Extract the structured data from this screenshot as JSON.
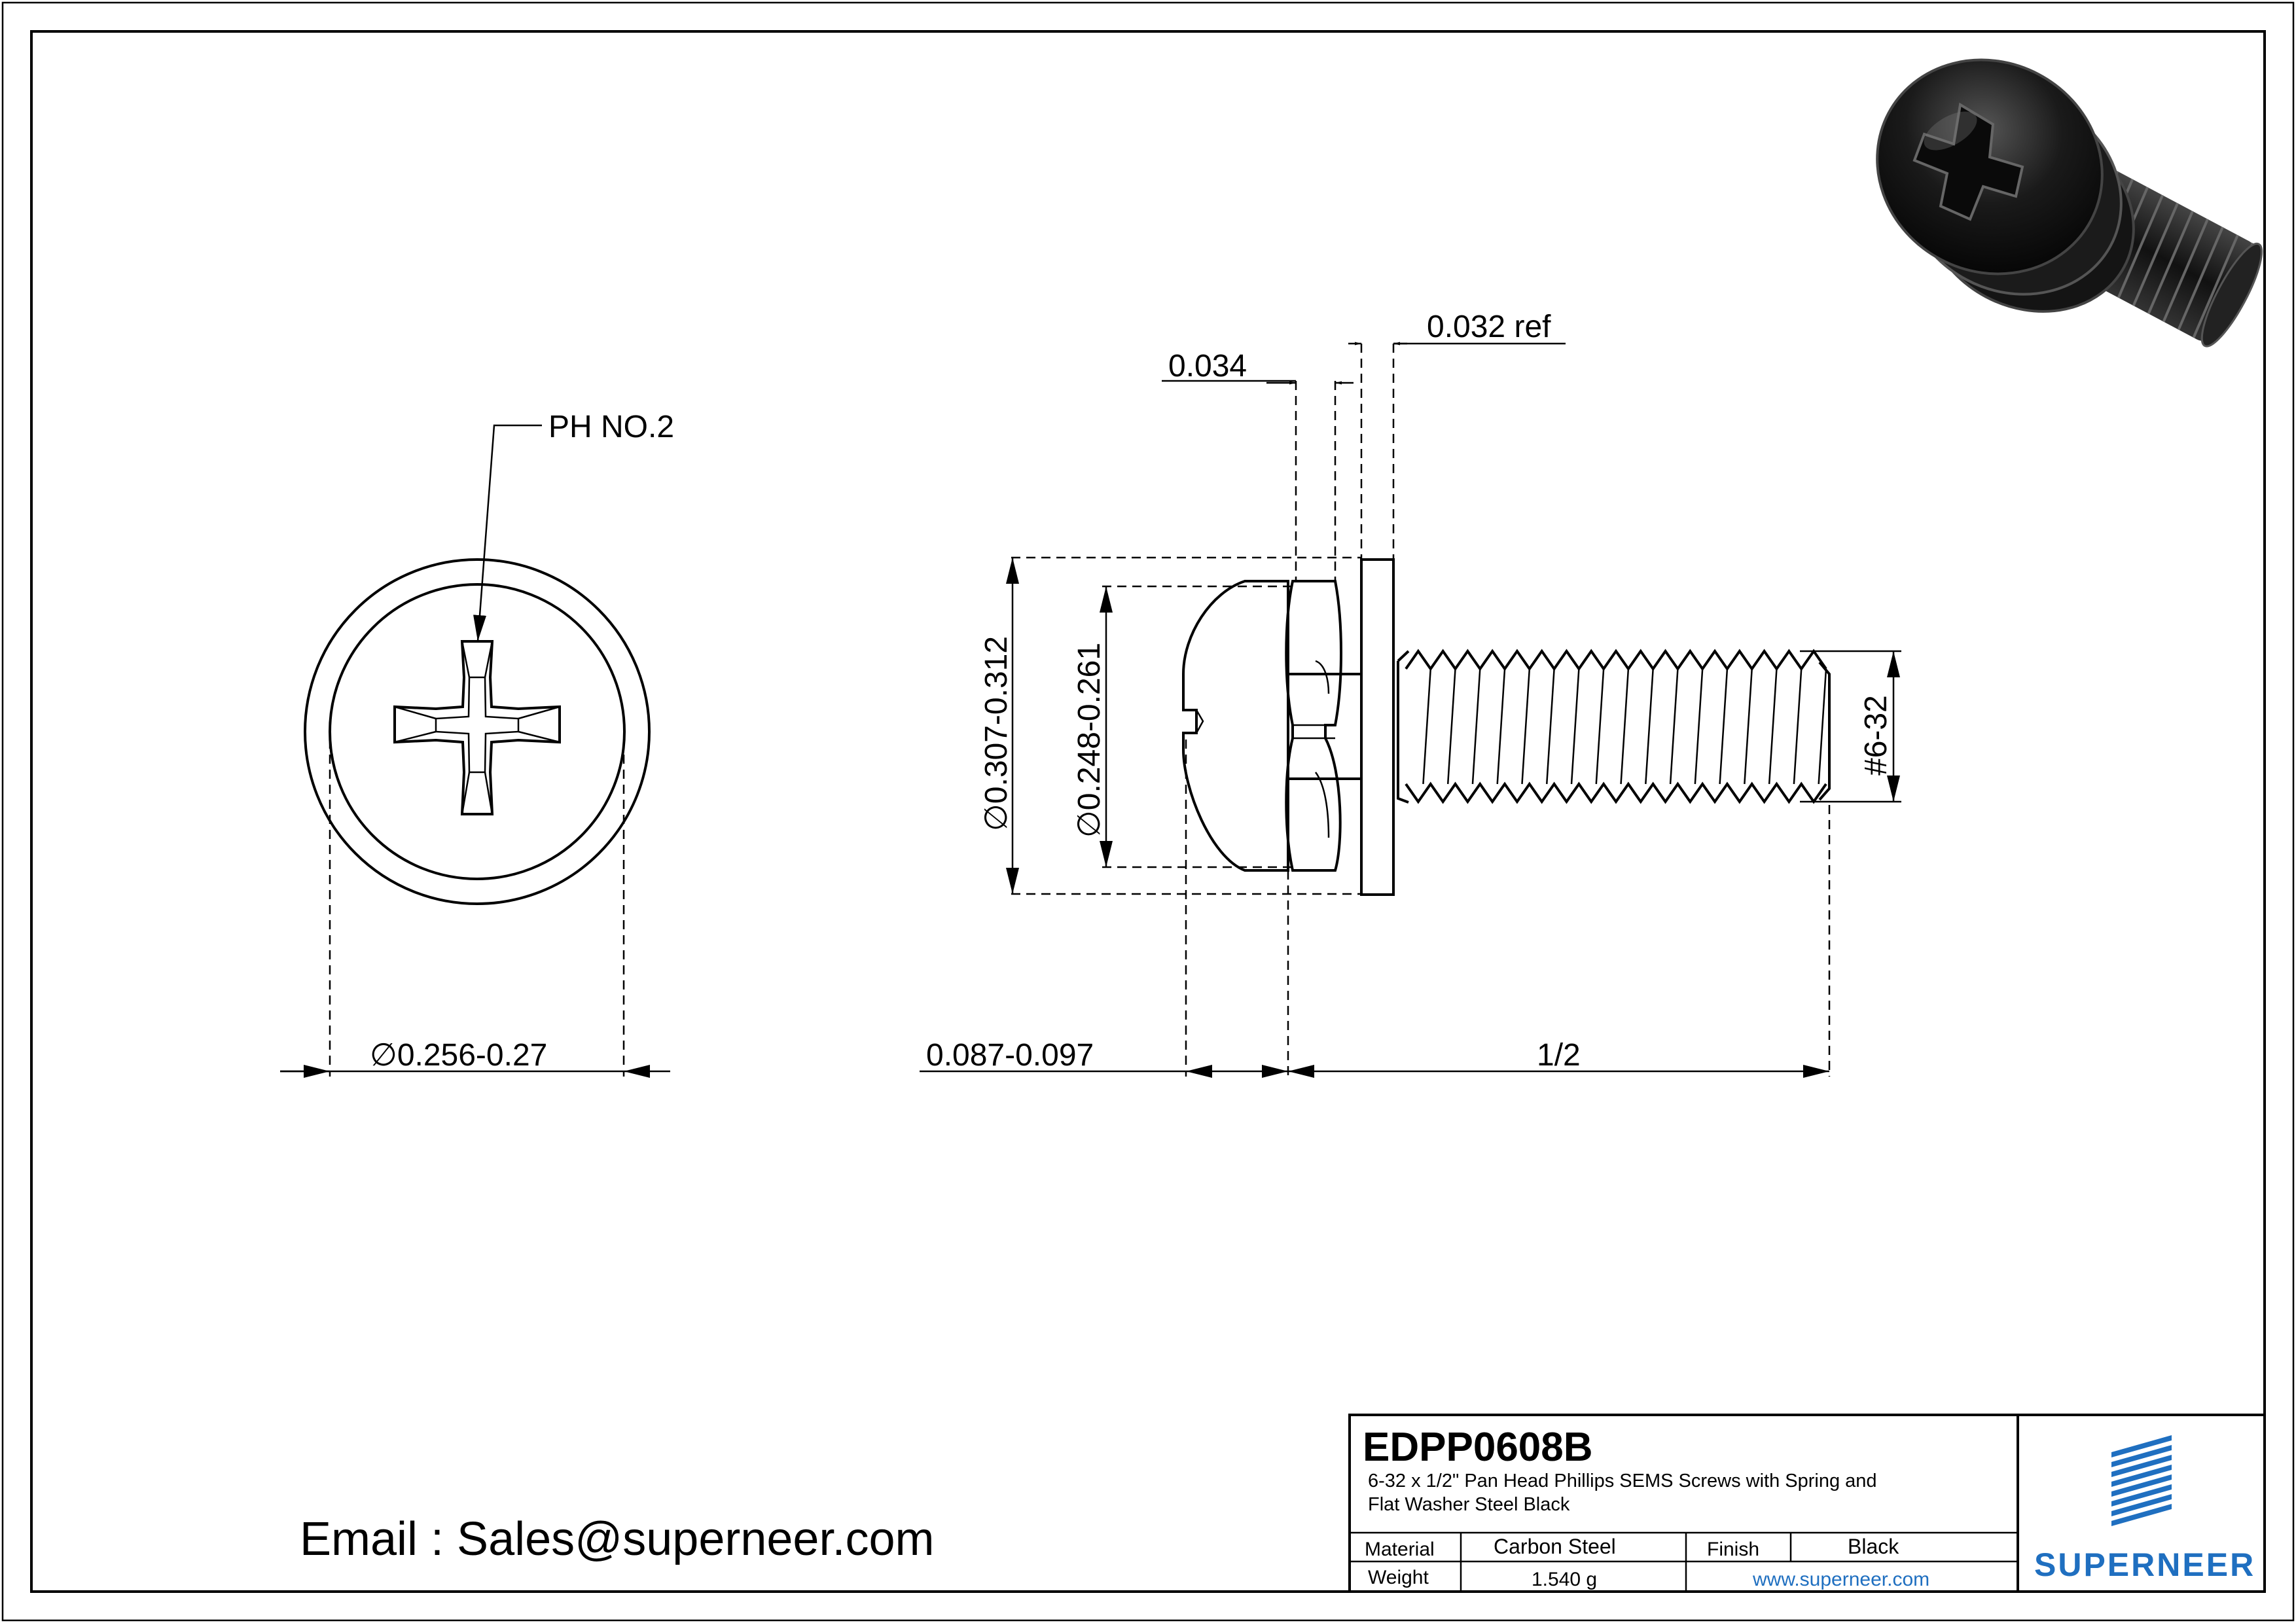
{
  "drawing": {
    "callout_drive": "PH NO.2",
    "dim_head_diameter": "0.256-0.27",
    "dim_washer_od": "0.307-0.312",
    "dim_spring_od": "0.248-0.261",
    "dim_spring_thickness": "0.034",
    "dim_washer_thickness": "0.032 ref",
    "dim_head_height": "0.087-0.097",
    "dim_length": "1/2",
    "dim_thread": "#6-32",
    "diameter_symbol": "∅"
  },
  "contact": {
    "email": "Email : Sales@superneer.com"
  },
  "title_block": {
    "part_number": "EDPP0608B",
    "description_line1": "6-32 x 1/2\" Pan Head Phillips SEMS Screws with Spring and",
    "description_line2": "Flat Washer Steel Black",
    "material_label": "Material",
    "material_value": "Carbon Steel",
    "finish_label": "Finish",
    "finish_value": "Black",
    "weight_label": "Weight",
    "weight_value": "1.540 g",
    "website": "www.superneer.com",
    "logo_text": "SUPERNEER",
    "logo_color": "#1f6fc0"
  },
  "render_color": "#111111"
}
